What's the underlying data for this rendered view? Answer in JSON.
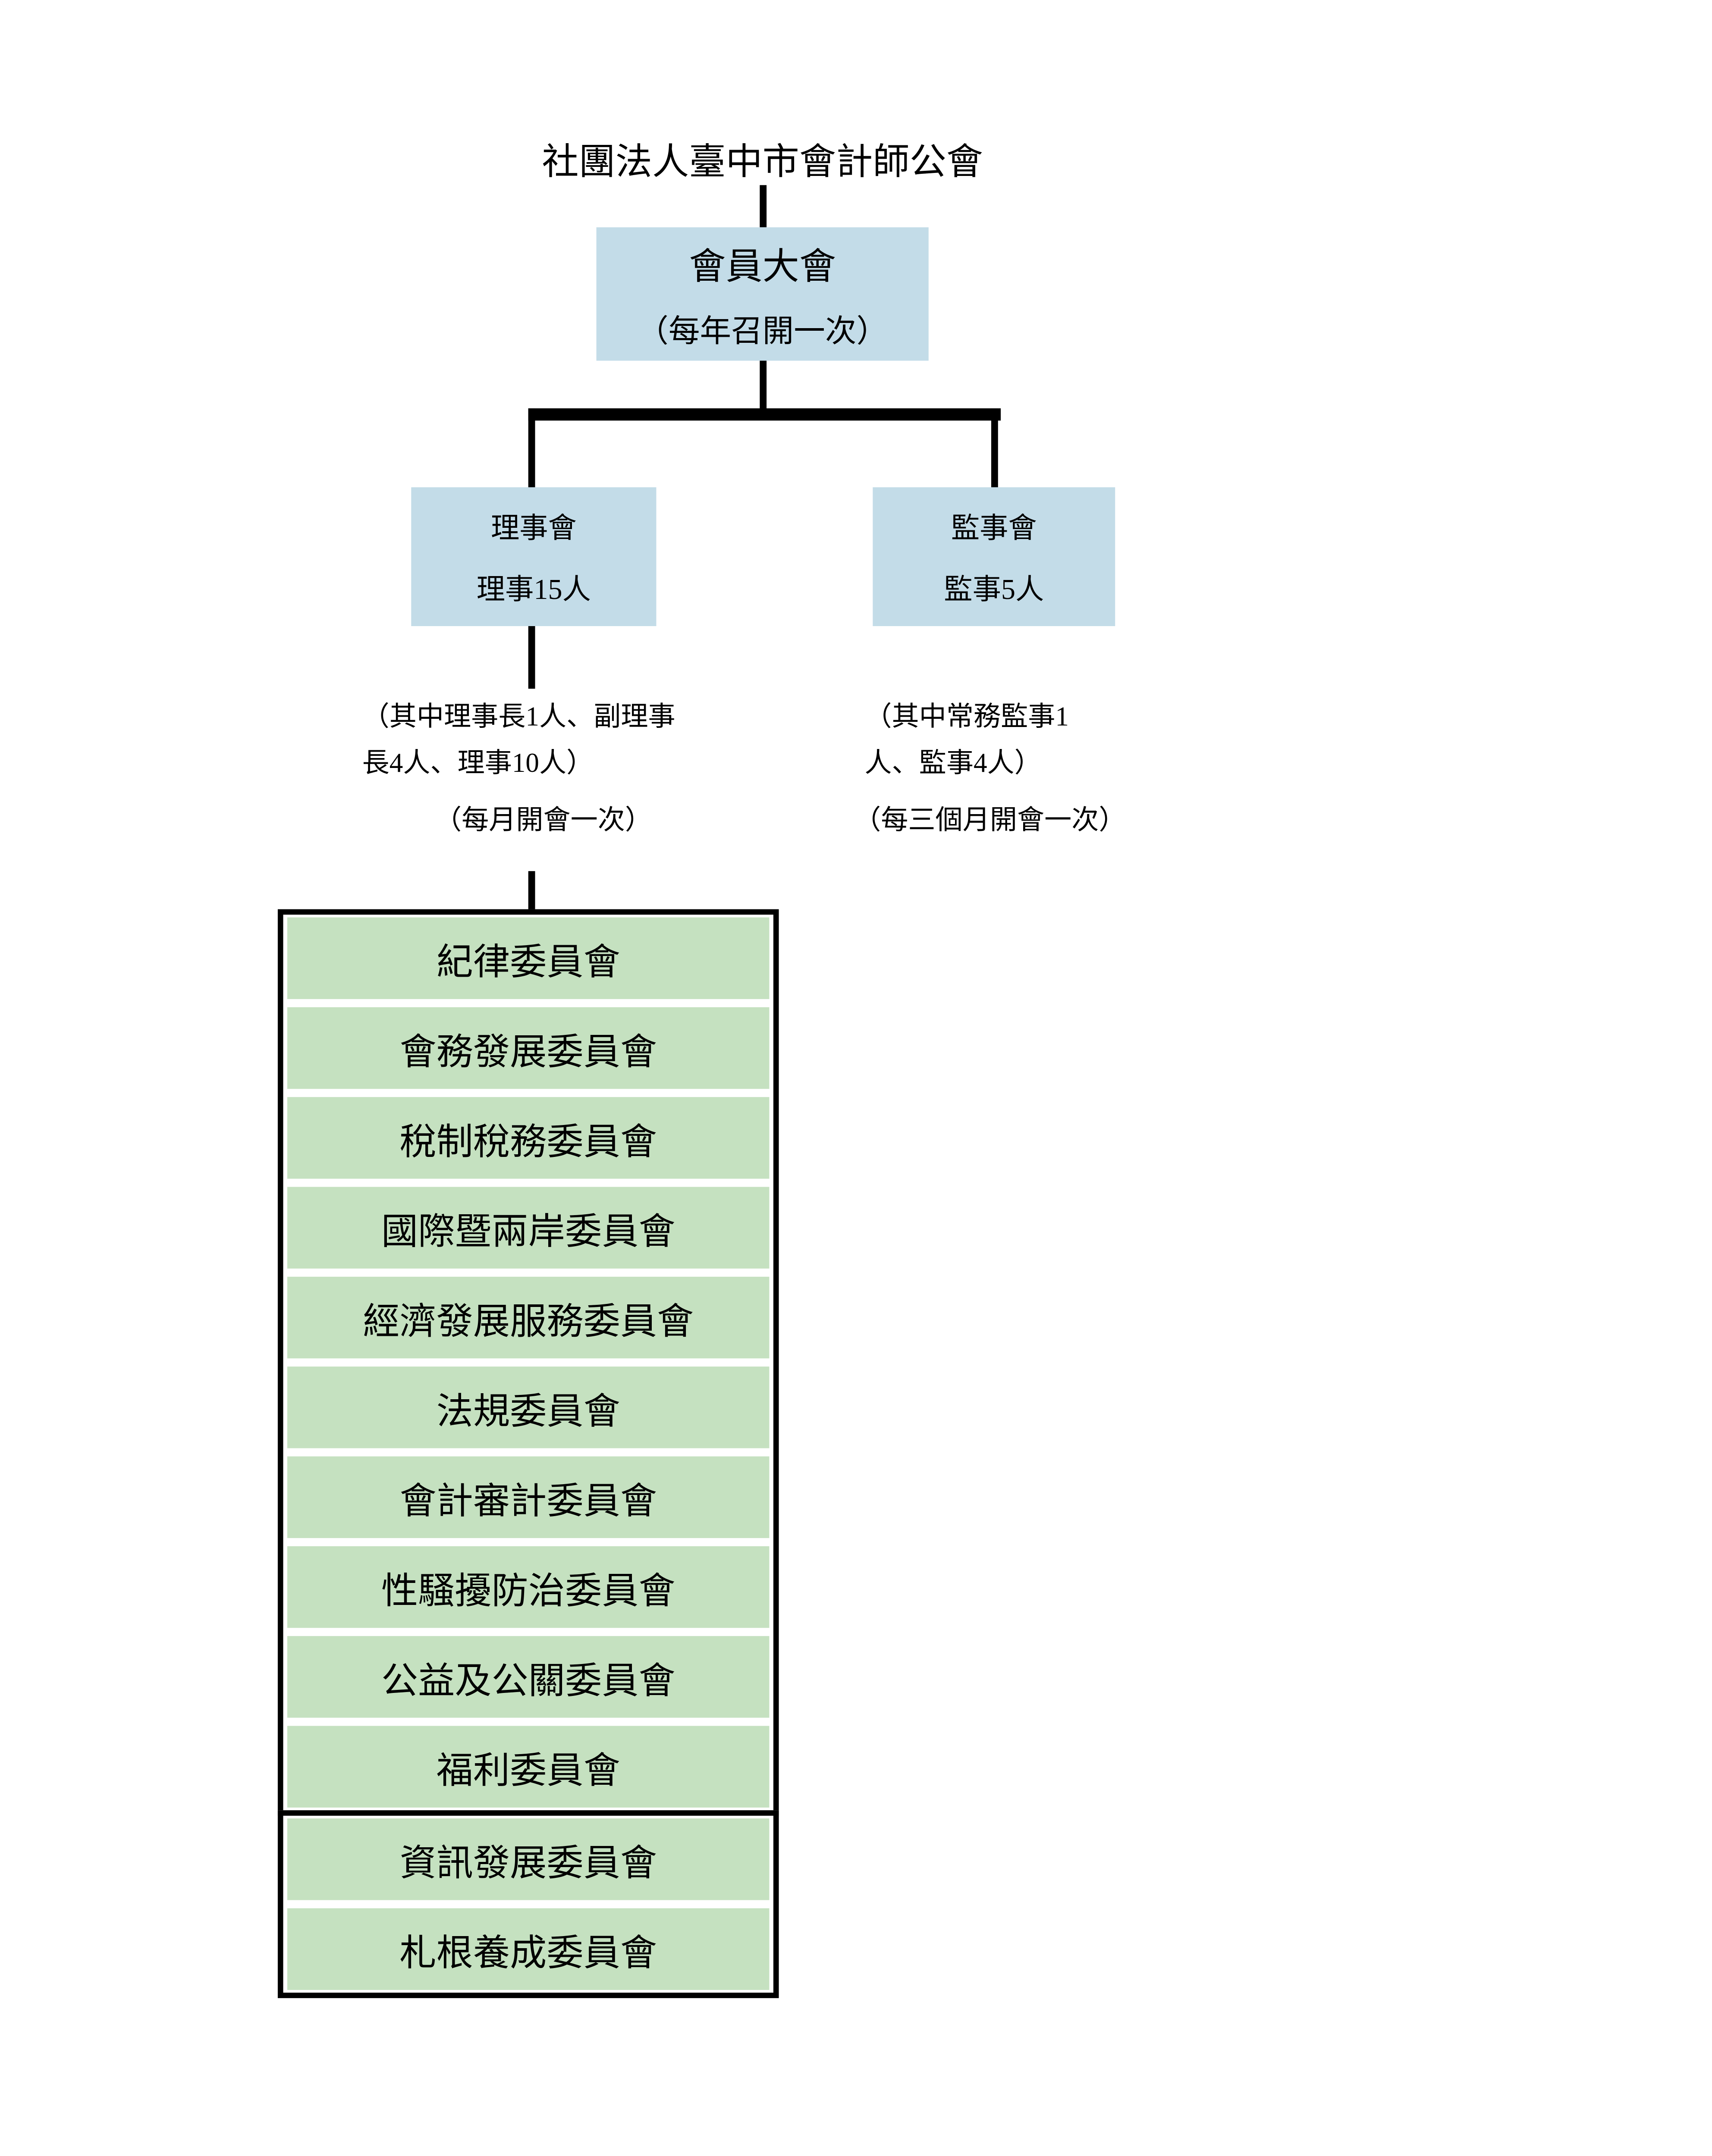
{
  "title": "社團法人臺中市會計師公會",
  "nodes": {
    "assembly": {
      "name": "會員大會",
      "note": "（每年召開一次）"
    },
    "directors": {
      "name": "理事會",
      "detail": "理事15人",
      "note_line1": "（其中理事長1人、副理事",
      "note_line2": "長4人、理事10人）",
      "meeting": "（每月開會一次）"
    },
    "supervisors": {
      "name": "監事會",
      "detail": "監事5人",
      "note_line1": "（其中常務監事1",
      "note_line2": "人、監事4人）",
      "meeting": "（每三個月開會一次）"
    }
  },
  "committees": {
    "group1": [
      "紀律委員會",
      "會務發展委員會",
      "稅制稅務委員會",
      "國際暨兩岸委員會",
      "經濟發展服務委員會",
      "法規委員會",
      "會計審計委員會",
      "性騷擾防治委員會",
      "公益及公關委員會",
      "福利委員會"
    ],
    "group2": [
      "資訊發展委員會",
      "札根養成委員會"
    ]
  },
  "colors": {
    "node_blue": "#c3dce8",
    "committee_green": "#c5e1c0",
    "connector_black": "#000000",
    "background": "#ffffff"
  }
}
